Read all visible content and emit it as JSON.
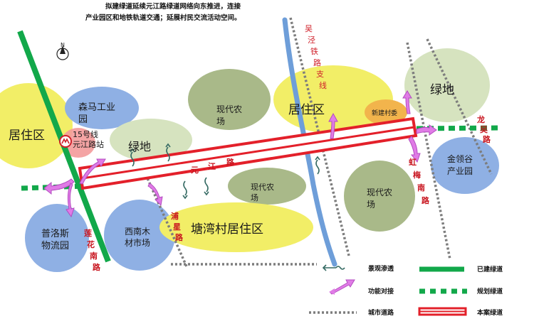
{
  "intro": {
    "line1": "拟建绿道延续元江路绿道网络向东推进，连接",
    "line2": "产业园区和地铁轨道交通；延展村民交流活动空间。"
  },
  "north": "N",
  "zones": {
    "residential_west": "居住区",
    "senma": [
      "森马工业",
      "园"
    ],
    "metro_station": [
      "15号线",
      "元江路站"
    ],
    "green_west": "绿地",
    "farm_1": [
      "现代农",
      "场"
    ],
    "residential_north": "居住区",
    "new_village": "新建村委",
    "green_east": "绿地",
    "jinlinggu": [
      "金领谷",
      "产业园"
    ],
    "farm_2": [
      "现代农",
      "场"
    ],
    "farm_3": [
      "现代农",
      "场"
    ],
    "pulosi": [
      "普洛斯",
      "物流园"
    ],
    "xinanmu": [
      "西南木",
      "材市场"
    ],
    "tangwan": "塘湾村居住区"
  },
  "roads": {
    "yuanjiang": [
      "元",
      "江",
      "路"
    ],
    "wujing_rail": [
      "吴",
      "泾",
      "铁",
      "路",
      "支",
      "线"
    ],
    "longwu": [
      "龙",
      "吴",
      "路"
    ],
    "hongmei": [
      "虹",
      "梅",
      "南",
      "路"
    ],
    "lianhua": [
      "莲",
      "花",
      "南",
      "路"
    ],
    "puxing": [
      "浦",
      "星",
      "路"
    ]
  },
  "legend": {
    "landscape": "景观渗透",
    "built": "已建绿道",
    "functional": "功能对接",
    "planned": "规划绿道",
    "city_road": "城市道路",
    "project": "本案绿道"
  },
  "colors": {
    "yellow": "#f2ee67",
    "blue": "#8fb0e4",
    "olive": "#a9b989",
    "green_line": "#12a84a",
    "red": "#e3202a",
    "magenta": "#e07be6"
  }
}
